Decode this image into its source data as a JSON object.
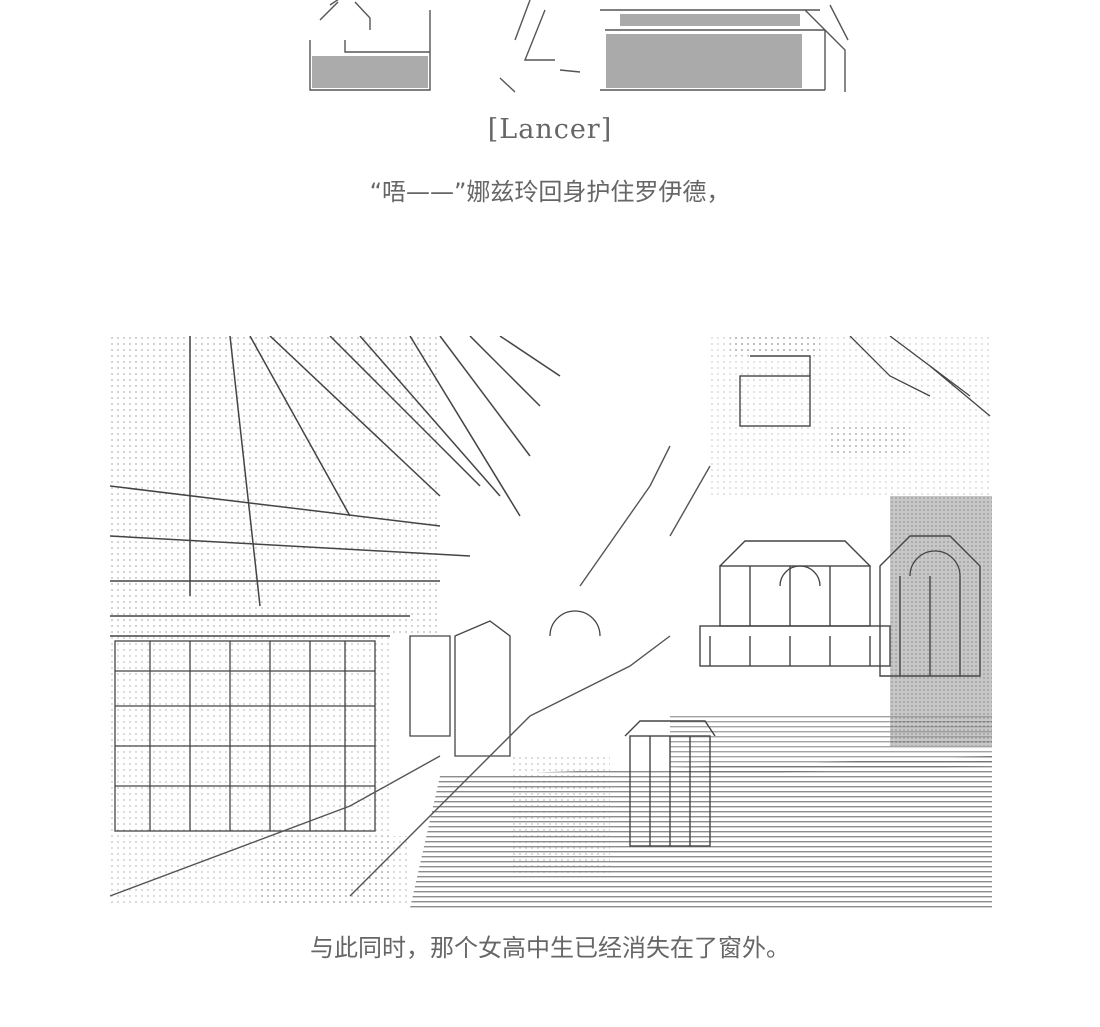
{
  "speaker": {
    "label": "[Lancer]"
  },
  "dialogue": {
    "text": "“唔——”娜兹玲回身护住罗伊德，"
  },
  "narration": {
    "text": "与此同时，那个女高中生已经消失在了窗外。"
  },
  "art": {
    "top_art": "ascii-art-heading-fragment",
    "scene": "ascii-art-street-scene",
    "ink_color": "#444444"
  }
}
